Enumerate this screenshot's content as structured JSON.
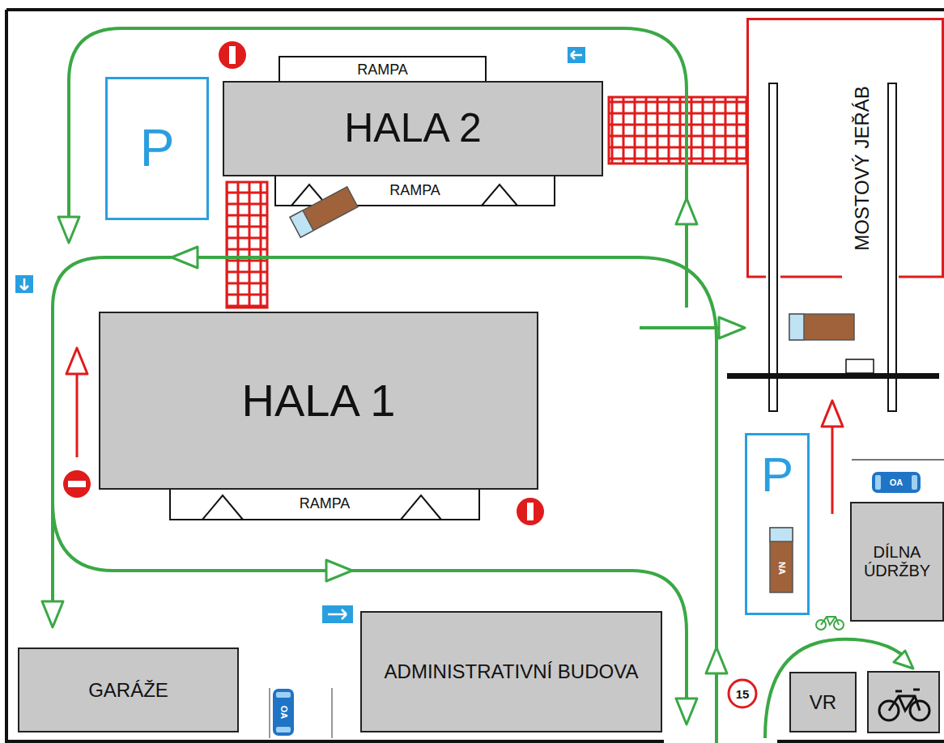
{
  "diagram": {
    "nodes": [
      {
        "text": [
          "RAMPA"
        ]
      },
      {
        "text": [
          "HALA 2"
        ]
      },
      {
        "text": [
          "MOSTOVÝ JEŘÁB"
        ]
      },
      {
        "text": [
          "P"
        ]
      },
      {
        "text": [
          "RAMPA"
        ]
      },
      {
        "text": [
          "HALA 1"
        ]
      },
      {
        "text": [
          "P"
        ]
      },
      {
        "text": [
          "RAMPA"
        ]
      },
      {
        "text": [
          "DÍLNA ÚDRŽBY"
        ]
      },
      {
        "text": [
          "GARÁŽE"
        ]
      },
      {
        "text": [
          "ADMINISTRATIVNÍ BUDOVA"
        ]
      },
      {
        "text": [
          "VR"
        ]
      }
    ],
    "labels": [
      "OA",
      "NA",
      "15",
      "OA"
    ]
  }
}
